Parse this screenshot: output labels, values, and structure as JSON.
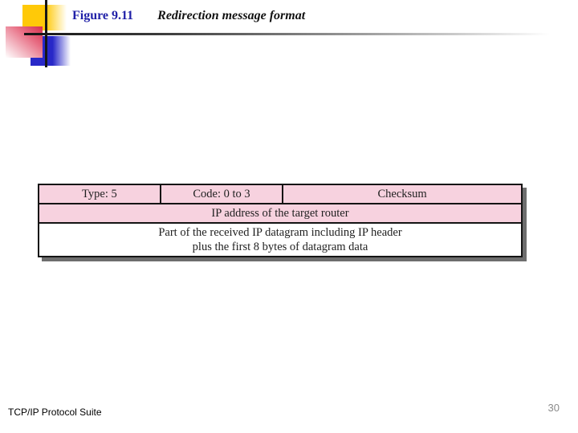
{
  "header": {
    "figure_label": "Figure 9.11",
    "figure_title": "Redirection message format"
  },
  "diagram": {
    "row1_cells": [
      {
        "label": "Type: 5"
      },
      {
        "label": "Code: 0 to 3"
      },
      {
        "label": "Checksum"
      }
    ],
    "row2_label": "IP address of the target router",
    "row3_line1": "Part of the received IP datagram including IP header",
    "row3_line2": "plus the first 8 bytes of datagram data"
  },
  "footer": {
    "left_text": "TCP/IP Protocol Suite",
    "page_number": "30"
  },
  "colors": {
    "field_pink": "#f7d2df",
    "title_blue": "#2121a8",
    "table_border_black": "#141414",
    "shadow_gray": "#6e6e6e",
    "logo_yellow": "#ffc908",
    "logo_blue": "#2828c8",
    "logo_red": "#d62f4e",
    "page_number_gray": "#8a8a8a"
  }
}
